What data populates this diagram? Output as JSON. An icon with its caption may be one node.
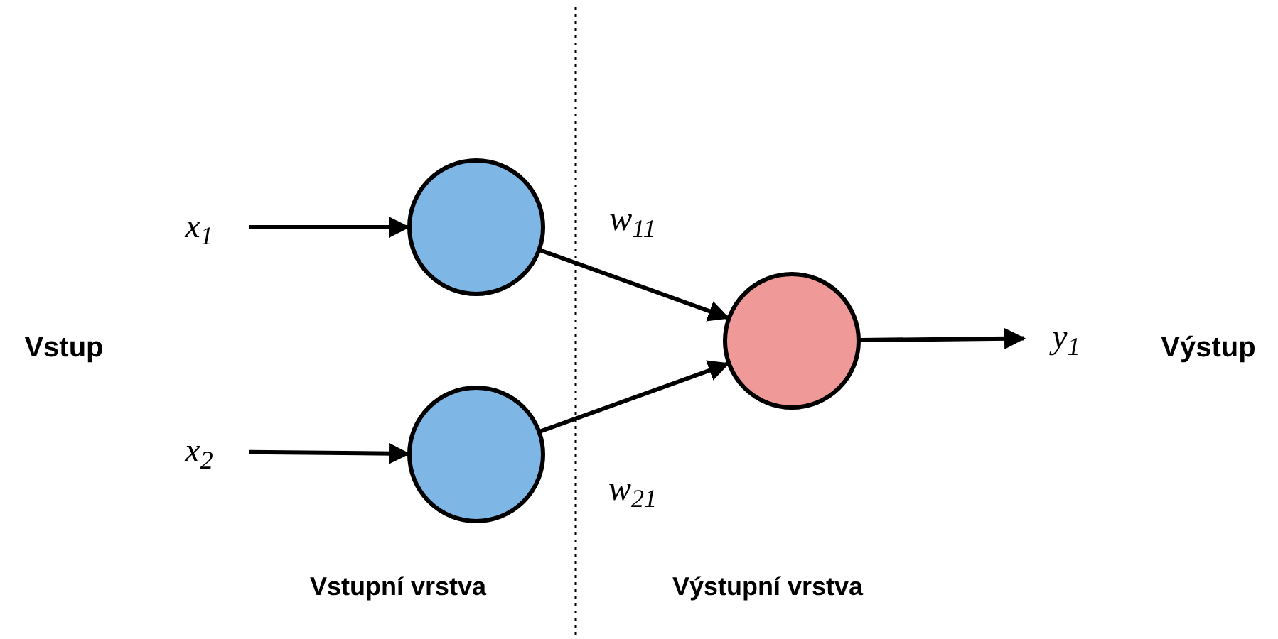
{
  "diagram": {
    "nodes": [
      {
        "text": [
          "x$_{1}$"
        ]
      },
      {
        "text": [
          "x$_{2}$"
        ]
      },
      {
        "text": [],
        "shape": "circle"
      },
      {
        "text": [],
        "shape": "circle"
      },
      {
        "text": [],
        "shape": "circle"
      },
      {
        "text": [
          "y$_{1}$"
        ]
      }
    ],
    "edges": [
      {
        "from": 0,
        "to": 2,
        "arrow": "to"
      },
      {
        "from": 1,
        "to": 3,
        "arrow": "to"
      },
      {
        "from": 2,
        "to": 4,
        "arrow": "to",
        "label": "w$_{11}$"
      },
      {
        "from": 3,
        "to": 4,
        "arrow": "to",
        "label": "w$_{21}$"
      },
      {
        "from": 4,
        "to": 5,
        "arrow": "to"
      }
    ],
    "labels": [
      "Vstup",
      "Výstup",
      "Vstupní vrstva",
      "Výstupní vrstva"
    ]
  }
}
